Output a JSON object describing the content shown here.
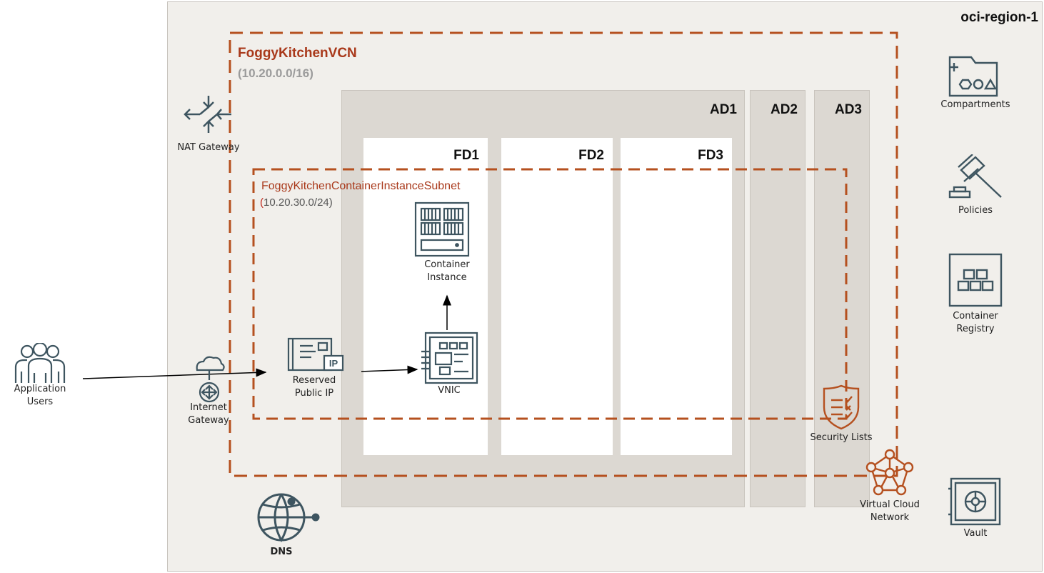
{
  "region": {
    "title": "oci-region-1"
  },
  "vcn": {
    "title": "FoggyKitchenVCN",
    "cidr": "(10.20.0.0/16)"
  },
  "subnet": {
    "title": "FoggyKitchenContainerInstanceSubnet",
    "cidr_open": "(",
    "cidr": "10.20.30.0/24)"
  },
  "availability_domains": [
    {
      "label": "AD1"
    },
    {
      "label": "AD2"
    },
    {
      "label": "AD3"
    }
  ],
  "fault_domains": [
    {
      "label": "FD1"
    },
    {
      "label": "FD2"
    },
    {
      "label": "FD3"
    }
  ],
  "nodes": {
    "nat_gateway": "NAT Gateway",
    "internet_gateway_1": "Internet",
    "internet_gateway_2": "Gateway",
    "users_1": "Application",
    "users_2": "Users",
    "reserved_ip_1": "Reserved",
    "reserved_ip_2": "Public IP",
    "vnic": "VNIC",
    "container_instance_1": "Container",
    "container_instance_2": "Instance",
    "security_lists": "Security Lists",
    "vcn_1": "Virtual Cloud",
    "vcn_2": "Network",
    "dns": "DNS",
    "compartments": "Compartments",
    "policies": "Policies",
    "container_registry_1": "Container",
    "container_registry_2": "Registry",
    "vault": "Vault",
    "ip_badge": "IP"
  },
  "colors": {
    "oracle_red": "#a9391b",
    "dash_orange": "#b5501f",
    "icon_slate": "#3e5560",
    "region_bg": "#f1efeb",
    "ad_bg": "#dcd8d2"
  }
}
